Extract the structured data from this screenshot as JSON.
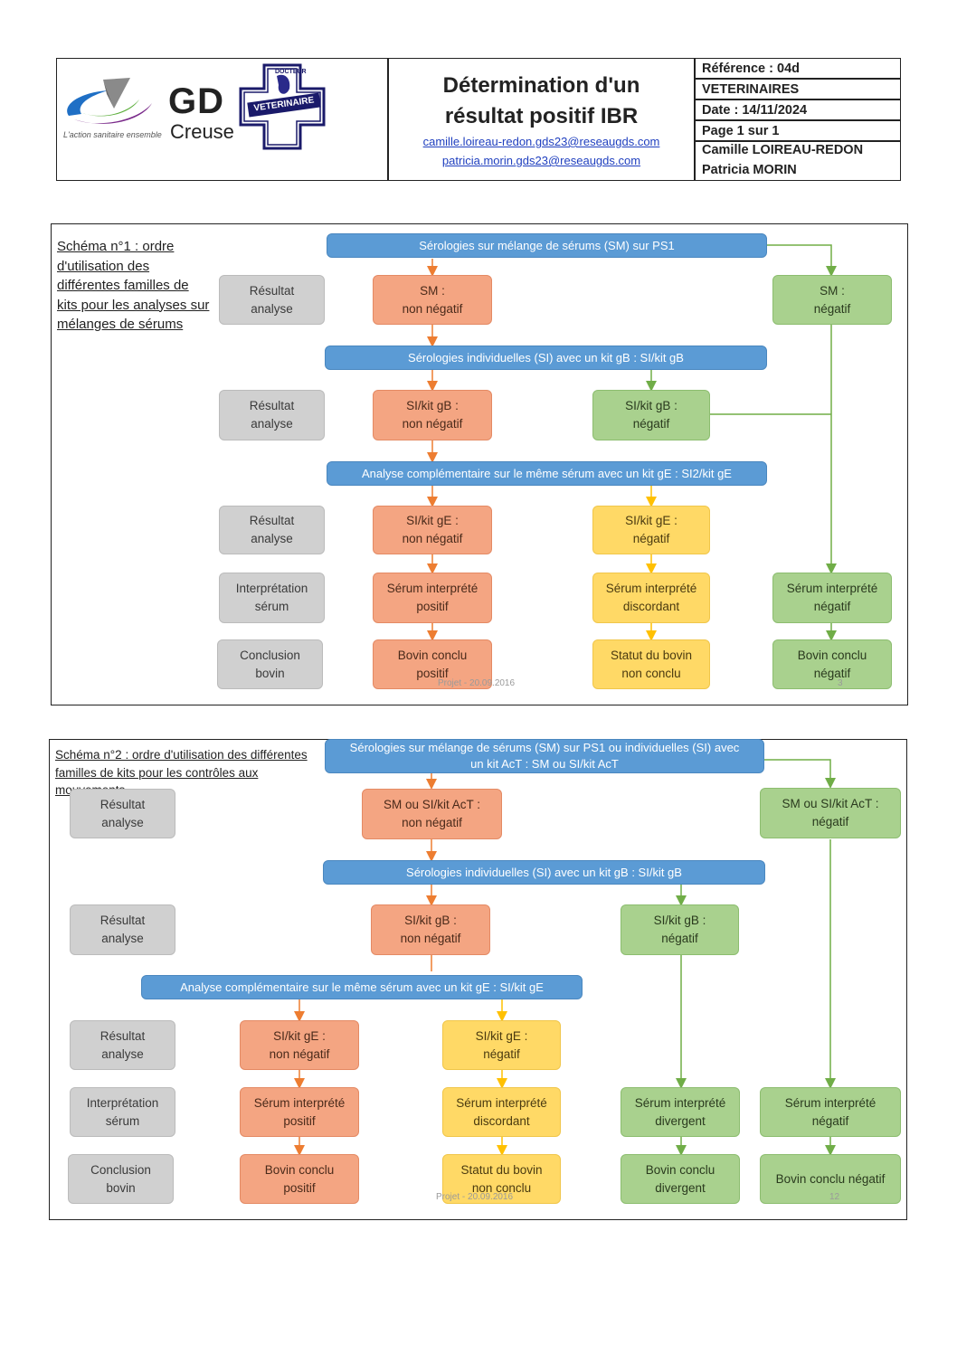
{
  "header": {
    "logo_name": "GD",
    "logo_sub": "Creuse",
    "logo_tagline": "L'action sanitaire ensemble",
    "logo_badge_top": "DOCTEUR",
    "logo_badge": "VETERINAIRE",
    "title_line1": "Détermination d'un",
    "title_line2": "résultat positif IBR",
    "email1": "camille.loireau-redon.gds23@reseaugds.com",
    "email2": "patricia.morin.gds23@reseaugds.com",
    "reference": "Référence : 04d",
    "audience": "VETERINAIRES",
    "date": "Date : 14/11/2024",
    "page": "Page 1 sur 1",
    "author1": "Camille LOIREAU-REDON",
    "author2": "Patricia MORIN"
  },
  "schema1": {
    "caption": "Schéma n°1 : ordre d'utilisation des différentes familles de kits pour les analyses sur mélanges de sérums",
    "step1": "Sérologies sur mélange de sérums (SM) sur PS1",
    "step2": "Sérologies individuelles (SI) avec un kit gB : SI/kit gB",
    "step3": "Analyse complémentaire sur le même sérum avec un kit gE : SI2/kit gE",
    "label_result1": "Résultat\nanalyse",
    "label_result2": "Résultat\nanalyse",
    "label_result3": "Résultat\nanalyse",
    "label_interp": "Interprétation\nsérum",
    "label_concl": "Conclusion\nbovin",
    "sm_nonneg": "SM :\nnon négatif",
    "sm_neg": "SM :\nnégatif",
    "gb_nonneg": "SI/kit gB :\nnon négatif",
    "gb_neg": "SI/kit gB :\nnégatif",
    "ge_nonneg": "SI/kit gE :\nnon négatif",
    "ge_neg": "SI/kit gE :\nnégatif",
    "interp_pos": "Sérum interprété\npositif",
    "interp_disc": "Sérum interprété\ndiscordant",
    "interp_neg": "Sérum interprété\nnégatif",
    "concl_pos": "Bovin conclu\npositif",
    "concl_nc": "Statut du bovin\nnon conclu",
    "concl_neg": "Bovin conclu\nnégatif",
    "watermark": "Projet - 20.09.2016",
    "page_num": "3"
  },
  "schema2": {
    "caption": "Schéma n°2 : ordre d'utilisation des différentes familles de kits pour les contrôles aux mouvements",
    "step1": "Sérologies sur mélange de sérums (SM) sur PS1 ou individuelles (SI) avec\nun kit AcT : SM ou SI/kit AcT",
    "step2": "Sérologies individuelles (SI) avec un kit gB : SI/kit gB",
    "step3": "Analyse complémentaire sur le même sérum avec un kit gE : SI/kit gE",
    "label_result1": "Résultat\nanalyse",
    "label_result2": "Résultat\nanalyse",
    "label_result3": "Résultat\nanalyse",
    "label_interp": "Interprétation\nsérum",
    "label_concl": "Conclusion\nbovin",
    "act_nonneg": "SM  ou SI/kit AcT :\nnon négatif",
    "act_neg": "SM ou SI/kit AcT  :\nnégatif",
    "gb_nonneg": "SI/kit gB :\nnon négatif",
    "gb_neg": "SI/kit gB :\nnégatif",
    "ge_nonneg": "SI/kit gE :\nnon négatif",
    "ge_neg": "SI/kit gE :\nnégatif",
    "interp_pos": "Sérum interprété\npositif",
    "interp_disc": "Sérum interprété\ndiscordant",
    "interp_div": "Sérum interprété\ndivergent",
    "interp_neg": "Sérum interprété\nnégatif",
    "concl_pos": "Bovin conclu\npositif",
    "concl_nc": "Statut du bovin\nnon conclu",
    "concl_div": "Bovin conclu\ndivergent",
    "concl_neg": "Bovin conclu négatif",
    "watermark": "Projet - 20.09.2016",
    "page_num": "12"
  },
  "colors": {
    "blue": "#5b9bd5",
    "orange": "#f4a582",
    "green": "#a9d18e",
    "yellow": "#ffd966",
    "gray": "#d0d0d0",
    "arrow_orange": "#ed7d31",
    "arrow_green": "#70ad47",
    "arrow_yellow": "#ffc000"
  }
}
